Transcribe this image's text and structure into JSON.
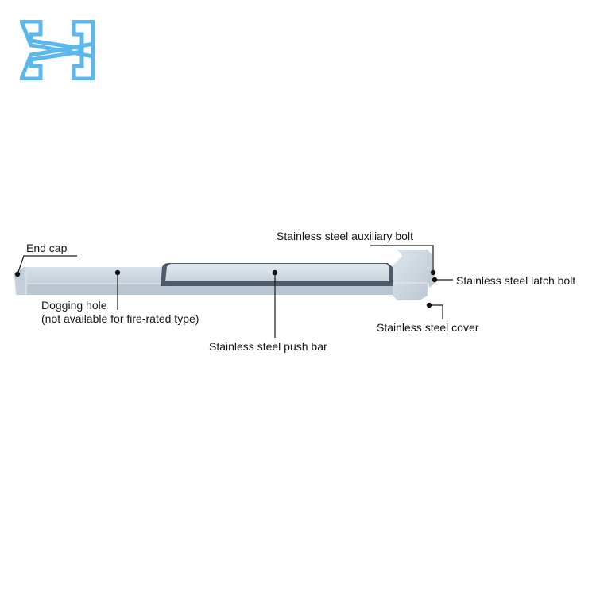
{
  "logo": {
    "name": "brand-logo",
    "color": "#5cb8ec"
  },
  "product": {
    "name": "Exit device push bar",
    "colors": {
      "body": "#c9d4de",
      "body_light": "#dde5ec",
      "body_shadow": "#a9b6c3",
      "pad_strip": "#4d5a6e",
      "leader": "#111111"
    }
  },
  "labels": {
    "end_cap": "End cap",
    "dogging_hole_line1": "Dogging hole",
    "dogging_hole_line2": "(not available for fire-rated type)",
    "push_bar": "Stainless steel push bar",
    "auxiliary_bolt": "Stainless steel auxiliary bolt",
    "latch_bolt": "Stainless steel latch bolt",
    "cover": "Stainless steel cover"
  }
}
